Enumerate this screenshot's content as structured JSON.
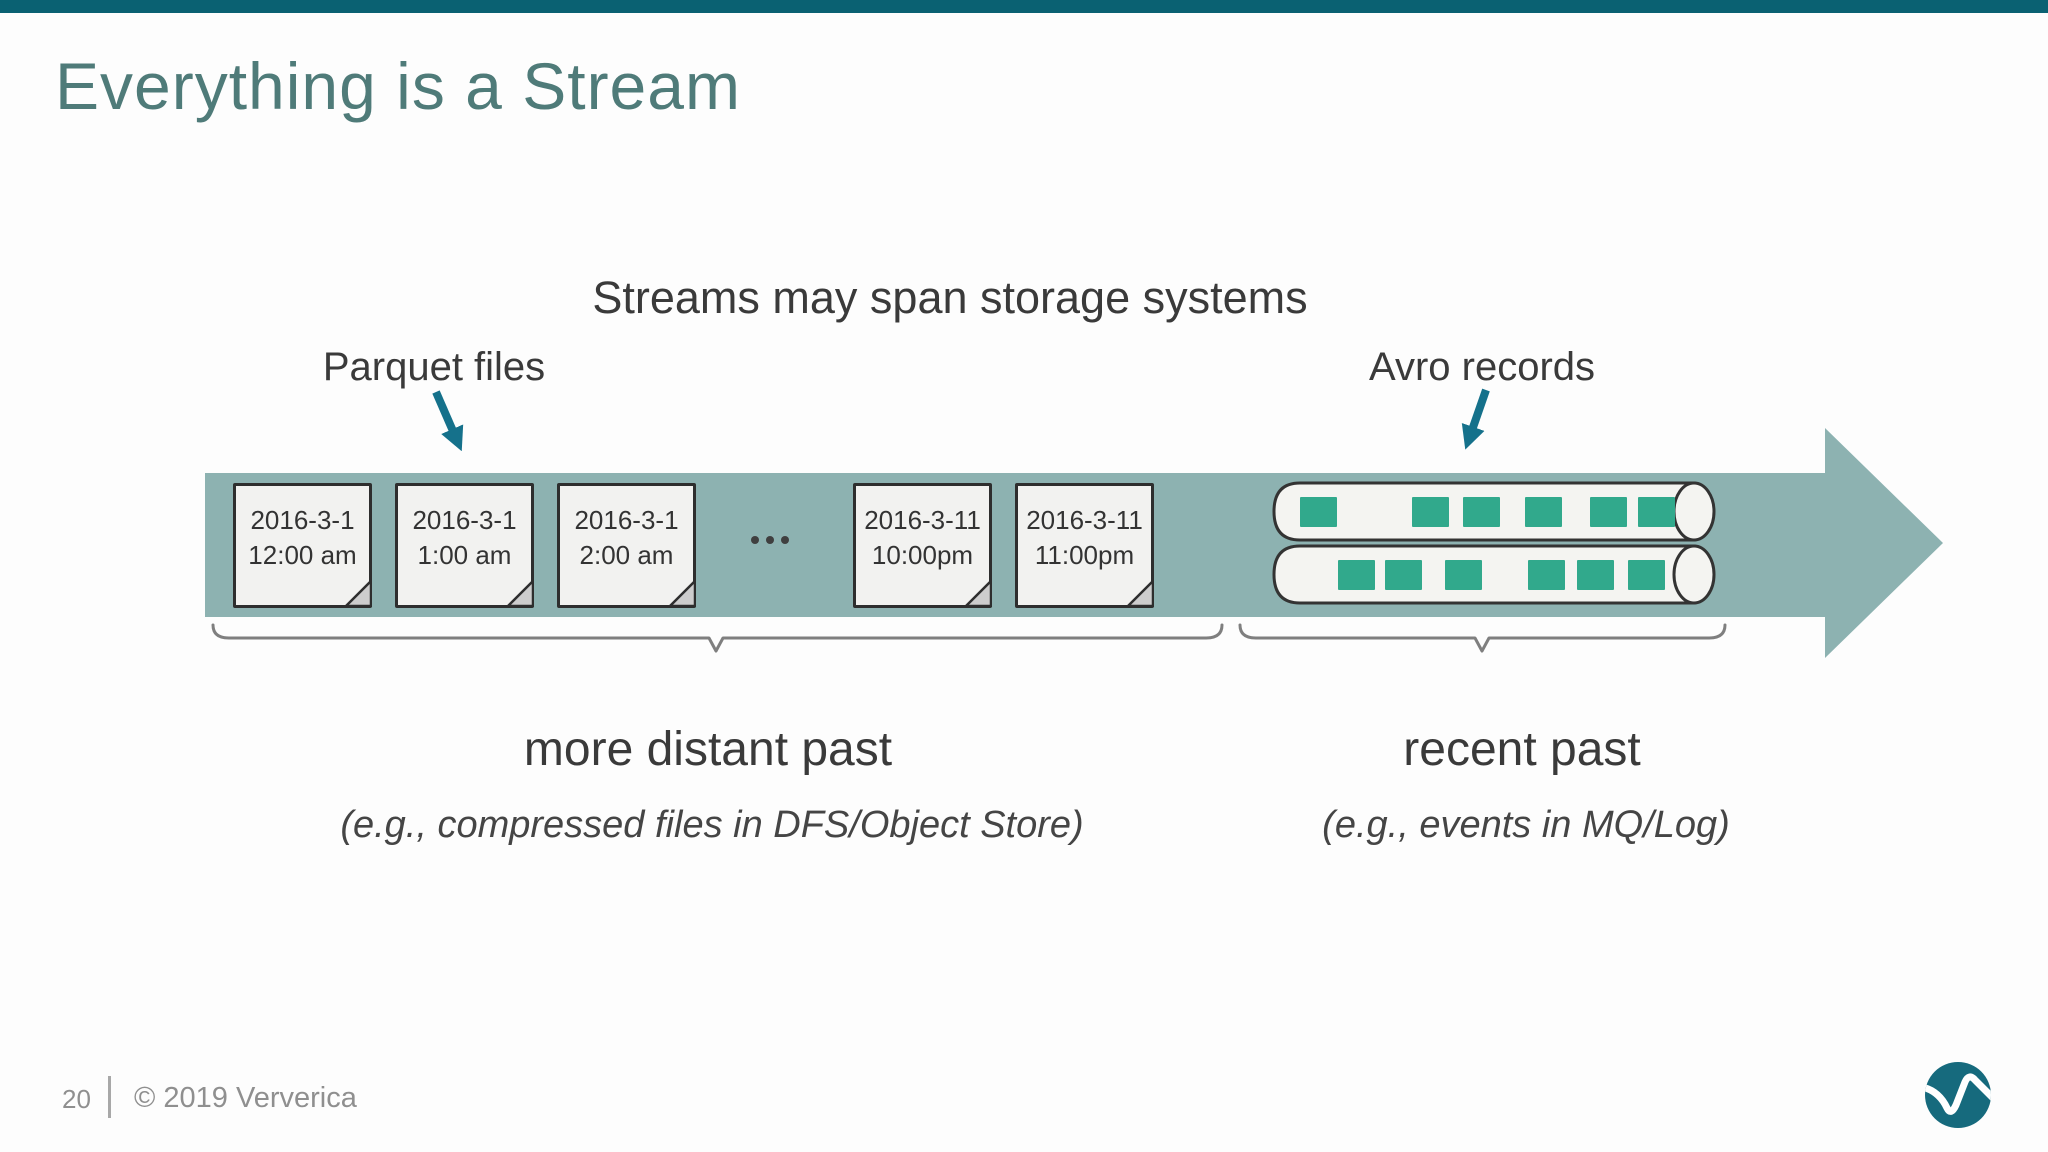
{
  "slide": {
    "title": "Everything is a Stream",
    "footer": {
      "page_number": "20",
      "copyright": "© 2019 Ververica"
    }
  },
  "diagram": {
    "heading": "Streams may span storage systems",
    "annotations": [
      {
        "label": "Parquet files"
      },
      {
        "label": "Avro records"
      }
    ],
    "timeline_files": [
      {
        "date": "2016-3-1",
        "time": "12:00 am"
      },
      {
        "date": "2016-3-1",
        "time": "1:00 am"
      },
      {
        "date": "2016-3-1",
        "time": "2:00 am"
      },
      {
        "date": "2016-3-11",
        "time": "10:00pm"
      },
      {
        "date": "2016-3-11",
        "time": "11:00pm"
      }
    ],
    "groups": [
      {
        "label": "more distant past",
        "example": "(e.g., compressed files in DFS/Object Store)"
      },
      {
        "label": "recent past",
        "example": "(e.g., events in MQ/Log)"
      }
    ],
    "colors": {
      "top_bar": "#0a6172",
      "title_text": "#4f7b79",
      "stream_band": "#8db2b1",
      "annotation_arrow": "#15718b",
      "event_green": "#31a98c",
      "card_fill": "#f2f2f0",
      "logo_teal": "#166a7d"
    }
  }
}
